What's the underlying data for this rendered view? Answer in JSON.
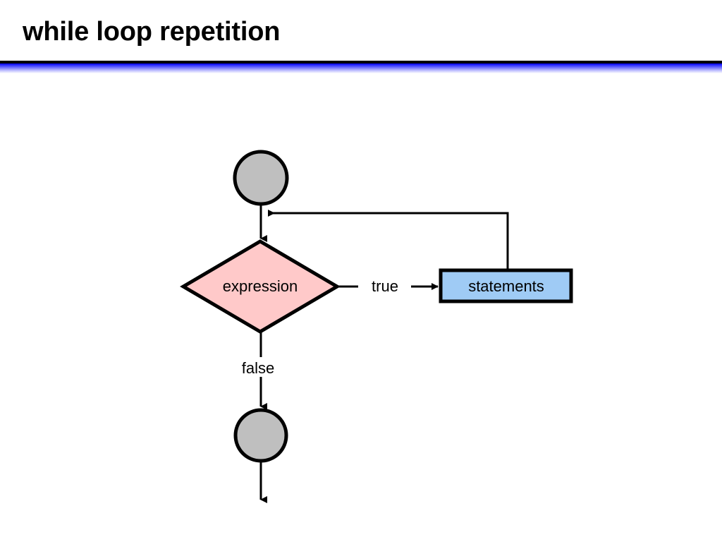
{
  "slide": {
    "title": "while loop repetition",
    "background_color": "#ffffff",
    "rule_color": "#000000",
    "accent_color": "#0000ff"
  },
  "diagram": {
    "type": "flowchart",
    "name": "while-loop-repetition-flowchart",
    "nodes": {
      "start": {
        "shape": "circle",
        "label": "",
        "fill": "#bfbfbf",
        "stroke": "#000000"
      },
      "condition": {
        "shape": "diamond",
        "label": "expression",
        "fill": "#ffc9c9",
        "stroke": "#000000"
      },
      "body": {
        "shape": "rectangle",
        "label": "statements",
        "fill": "#9fcbf5",
        "stroke": "#000000"
      },
      "end": {
        "shape": "circle",
        "label": "",
        "fill": "#bfbfbf",
        "stroke": "#000000"
      }
    },
    "edges": {
      "true_branch": "true",
      "false_branch": "false"
    }
  }
}
